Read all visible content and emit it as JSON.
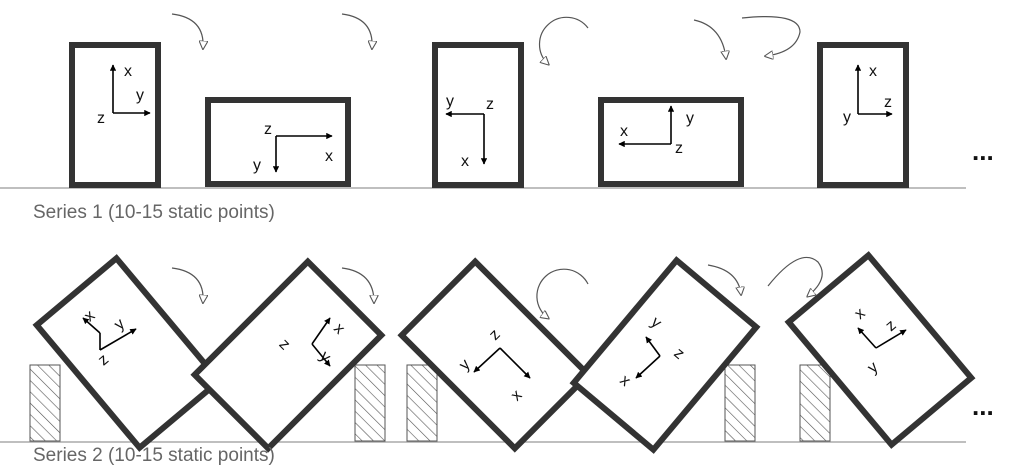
{
  "series": [
    {
      "caption": "Series 1 (10-15 static points)",
      "continuation": "...",
      "poses": [
        {
          "axis_labels": {
            "first": "x",
            "second": "y",
            "third": "z"
          }
        },
        {
          "axis_labels": {
            "first": "z",
            "second": "x",
            "third": "y"
          }
        },
        {
          "axis_labels": {
            "first": "y",
            "second": "z",
            "third": "x"
          }
        },
        {
          "axis_labels": {
            "first": "y",
            "second": "x",
            "third": "z"
          }
        },
        {
          "axis_labels": {
            "first": "x",
            "second": "z",
            "third": "y"
          }
        }
      ]
    },
    {
      "caption": "Series 2 (10-15 static points)",
      "continuation": "...",
      "poses": [
        {
          "axis_labels": {
            "first": "x",
            "second": "y",
            "third": "z"
          }
        },
        {
          "axis_labels": {
            "first": "x",
            "second": "z",
            "third": "y"
          }
        },
        {
          "axis_labels": {
            "first": "z",
            "second": "y",
            "third": "x"
          }
        },
        {
          "axis_labels": {
            "first": "y",
            "second": "z",
            "third": "x"
          }
        },
        {
          "axis_labels": {
            "first": "x",
            "second": "z",
            "third": "y"
          }
        }
      ]
    }
  ],
  "colors": {
    "box": "#333333",
    "ground": "#999999",
    "caption": "#666666",
    "support_hatch": "#555555"
  }
}
